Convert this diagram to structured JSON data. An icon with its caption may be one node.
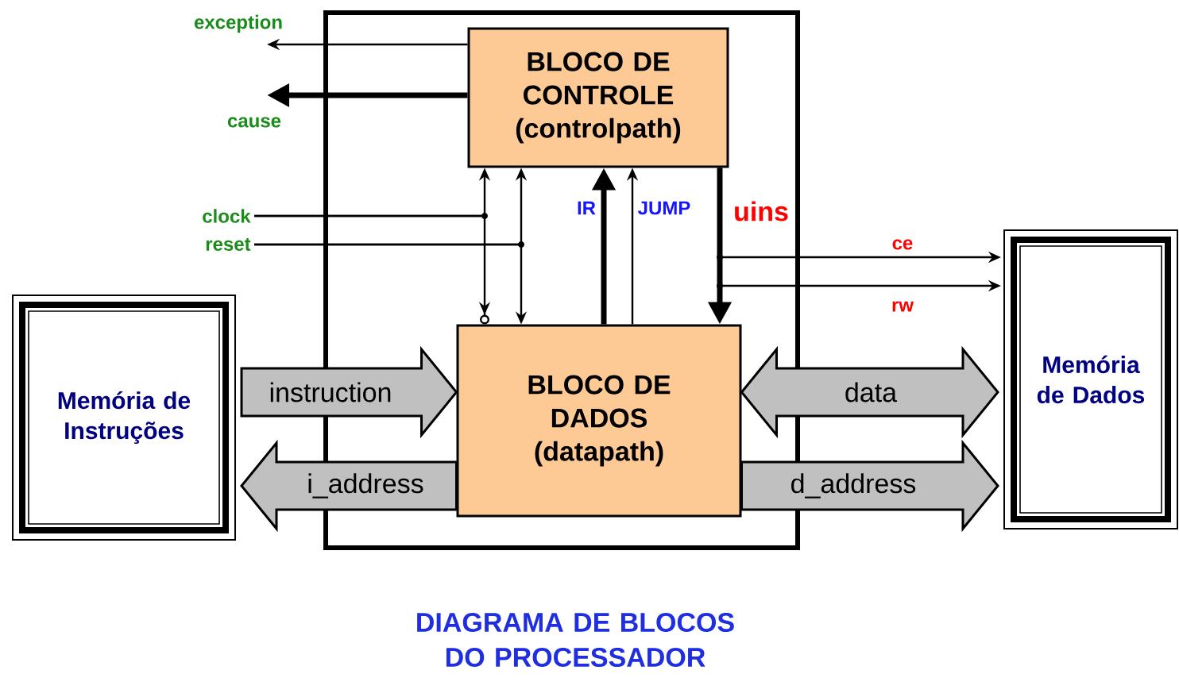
{
  "diagram": {
    "caption": "DIAGRAMA DE BLOCOS DO PROCESSADOR",
    "nodes": [
      {
        "text": [],
        "shape": "box"
      },
      {
        "text": [
          "BLOCO DE CONTROLE",
          "(controlpath)"
        ],
        "in": 0
      },
      {
        "text": [
          "BLOCO DE DADOS",
          "(datapath)"
        ],
        "in": 0
      },
      {
        "text": [
          "Memória de Instruções"
        ]
      },
      {
        "text": [
          "Memória de Dados"
        ]
      },
      {
        "text": [
          "clock"
        ]
      },
      {
        "text": [
          "reset"
        ]
      }
    ],
    "edges": [
      {
        "from": 1,
        "to": null,
        "arrow": "to",
        "label": "exception"
      },
      {
        "from": 1,
        "to": null,
        "arrow": "to",
        "label": "cause",
        "style": "thick"
      },
      {
        "from": 5,
        "to": 1,
        "arrow": "to"
      },
      {
        "from": 5,
        "to": 2,
        "arrow": "to"
      },
      {
        "from": 6,
        "to": 1,
        "arrow": "to"
      },
      {
        "from": 6,
        "to": 2,
        "arrow": "to"
      },
      {
        "from": 2,
        "to": 1,
        "arrow": "to",
        "label": "IR",
        "style": "thick"
      },
      {
        "from": 2,
        "to": 1,
        "arrow": "to",
        "label": "JUMP"
      },
      {
        "from": 1,
        "to": 2,
        "arrow": "to",
        "label": "uins",
        "style": "thick"
      },
      {
        "from": 1,
        "to": 4,
        "arrow": "to",
        "label": "ce"
      },
      {
        "from": 1,
        "to": 4,
        "arrow": "to",
        "label": "rw"
      },
      {
        "from": 3,
        "to": 2,
        "arrow": "to",
        "label": "instruction",
        "color": "#c0c0c0"
      },
      {
        "from": 2,
        "to": 3,
        "arrow": "to",
        "label": "i_address",
        "color": "#c0c0c0"
      },
      {
        "from": 2,
        "to": 4,
        "arrow": "both",
        "label": "data",
        "color": "#c0c0c0"
      },
      {
        "from": 2,
        "to": 4,
        "arrow": "to",
        "label": "d_address",
        "color": "#c0c0c0"
      }
    ]
  }
}
